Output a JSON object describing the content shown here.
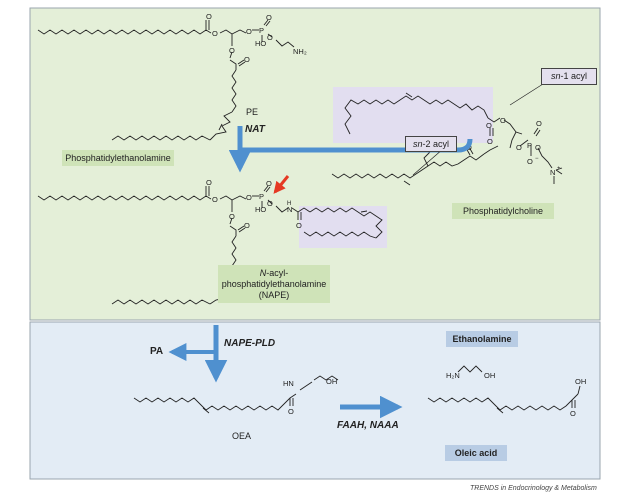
{
  "colors": {
    "top_panel": "#e4efd8",
    "bottom_panel": "#e3ecf5",
    "panel_border": "#9aa5ae",
    "arrow": "#4f90cf",
    "highlight": "#e2def0",
    "green_label": "#cfe3b8",
    "blue_label": "#b8cce4",
    "red_marker": "#e53923"
  },
  "labels": {
    "pe": "PE",
    "nat": "NAT",
    "phosphatidylethanolamine": "Phosphatidylethanolamine",
    "sn1_acyl_prefix": "sn",
    "sn1_acyl_suffix": "-1 acyl",
    "sn2_acyl_prefix": "sn",
    "sn2_acyl_suffix": "-2 acyl",
    "phosphatidylcholine": "Phosphatidylcholine",
    "nape_line1_prefix": "N",
    "nape_line1_suffix": "-acyl-",
    "nape_line2": "phosphatidylethanolamine",
    "nape_line3": "(NAPE)",
    "pa": "PA",
    "nape_pld": "NAPE-PLD",
    "oea": "OEA",
    "faah_naaa": "FAAH, NAAA",
    "ethanolamine": "Ethanolamine",
    "oleic_acid": "Oleic acid",
    "footer": "TRENDS in Endocrinology & Metabolism"
  },
  "atoms": {
    "o": "O",
    "p": "P",
    "ho": "HO",
    "nh2": "NH₂",
    "hn": "HN",
    "h2n": "H₂N",
    "oh": "OH",
    "n": "N",
    "n_plus": "N",
    "plus": "+",
    "o_minus": "O",
    "minus": "−",
    "h": "H"
  }
}
